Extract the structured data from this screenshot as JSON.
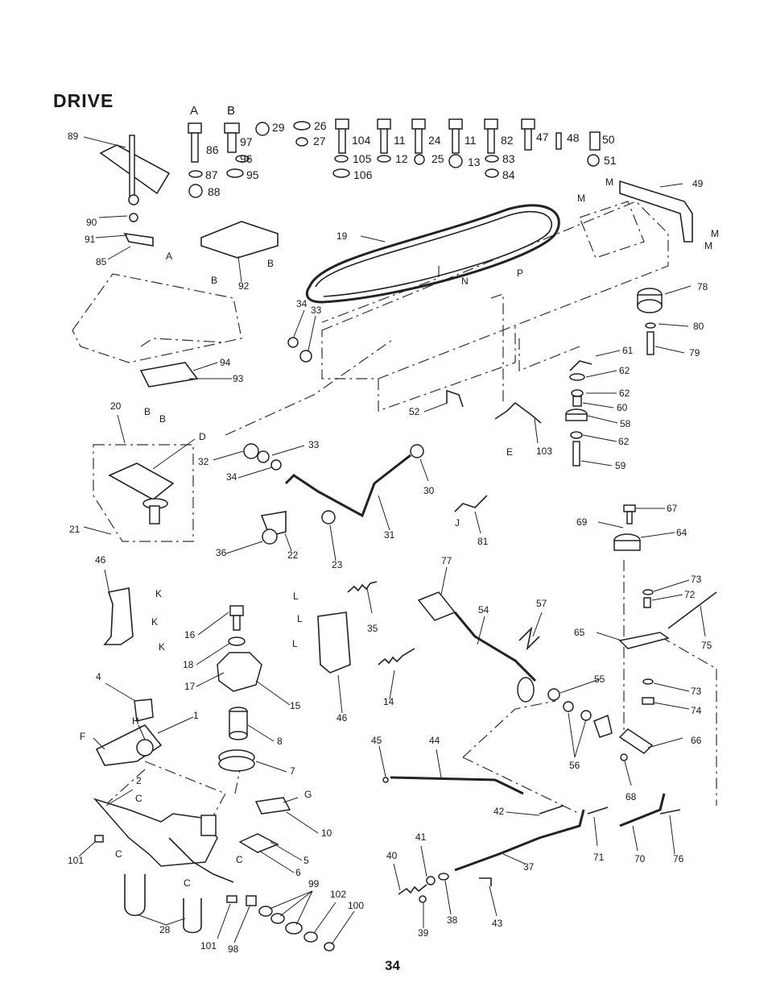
{
  "title": "DRIVE",
  "page_number": "34",
  "colors": {
    "ink": "#1a1a1a",
    "paper": "#ffffff"
  },
  "hardware_legend": [
    {
      "id": "hw-a",
      "text": "A"
    },
    {
      "id": "hw-b",
      "text": "B"
    },
    {
      "id": "hw-86",
      "text": "86"
    },
    {
      "id": "hw-97",
      "text": "97"
    },
    {
      "id": "hw-29",
      "text": "29"
    },
    {
      "id": "hw-26",
      "text": "26"
    },
    {
      "id": "hw-27",
      "text": "27"
    },
    {
      "id": "hw-104",
      "text": "104"
    },
    {
      "id": "hw-11a",
      "text": "11"
    },
    {
      "id": "hw-24",
      "text": "24"
    },
    {
      "id": "hw-11b",
      "text": "11"
    },
    {
      "id": "hw-82",
      "text": "82"
    },
    {
      "id": "hw-47",
      "text": "47"
    },
    {
      "id": "hw-48",
      "text": "48"
    },
    {
      "id": "hw-50",
      "text": "50"
    },
    {
      "id": "hw-96",
      "text": "96"
    },
    {
      "id": "hw-105",
      "text": "105"
    },
    {
      "id": "hw-12",
      "text": "12"
    },
    {
      "id": "hw-25",
      "text": "25"
    },
    {
      "id": "hw-13",
      "text": "13"
    },
    {
      "id": "hw-83",
      "text": "83"
    },
    {
      "id": "hw-51",
      "text": "51"
    },
    {
      "id": "hw-87",
      "text": "87"
    },
    {
      "id": "hw-95",
      "text": "95"
    },
    {
      "id": "hw-106",
      "text": "106"
    },
    {
      "id": "hw-84",
      "text": "84"
    },
    {
      "id": "hw-88",
      "text": "88"
    }
  ],
  "callouts": [
    {
      "id": "c89",
      "text": "89"
    },
    {
      "id": "c90",
      "text": "90"
    },
    {
      "id": "c91",
      "text": "91"
    },
    {
      "id": "c85",
      "text": "85"
    },
    {
      "id": "cA1",
      "text": "A"
    },
    {
      "id": "c92",
      "text": "92"
    },
    {
      "id": "cB1",
      "text": "B"
    },
    {
      "id": "cB2",
      "text": "B"
    },
    {
      "id": "c19",
      "text": "19"
    },
    {
      "id": "c49",
      "text": "49"
    },
    {
      "id": "cM1",
      "text": "M"
    },
    {
      "id": "cM2",
      "text": "M"
    },
    {
      "id": "cM3",
      "text": "M"
    },
    {
      "id": "cM4",
      "text": "M"
    },
    {
      "id": "cN",
      "text": "N"
    },
    {
      "id": "cP",
      "text": "P"
    },
    {
      "id": "c78",
      "text": "78"
    },
    {
      "id": "c34a",
      "text": "34"
    },
    {
      "id": "c33a",
      "text": "33"
    },
    {
      "id": "c80",
      "text": "80"
    },
    {
      "id": "c79",
      "text": "79"
    },
    {
      "id": "c94",
      "text": "94"
    },
    {
      "id": "c93",
      "text": "93"
    },
    {
      "id": "cB3",
      "text": "B"
    },
    {
      "id": "cB4",
      "text": "B"
    },
    {
      "id": "c61",
      "text": "61"
    },
    {
      "id": "c62a",
      "text": "62"
    },
    {
      "id": "c62b",
      "text": "62"
    },
    {
      "id": "c60",
      "text": "60"
    },
    {
      "id": "c58",
      "text": "58"
    },
    {
      "id": "c62c",
      "text": "62"
    },
    {
      "id": "c59",
      "text": "59"
    },
    {
      "id": "c20",
      "text": "20"
    },
    {
      "id": "cD",
      "text": "D"
    },
    {
      "id": "c52",
      "text": "52"
    },
    {
      "id": "cE",
      "text": "E"
    },
    {
      "id": "c103",
      "text": "103"
    },
    {
      "id": "c32",
      "text": "32"
    },
    {
      "id": "c33b",
      "text": "33"
    },
    {
      "id": "c34b",
      "text": "34"
    },
    {
      "id": "c30",
      "text": "30"
    },
    {
      "id": "c31",
      "text": "31"
    },
    {
      "id": "cJ",
      "text": "J"
    },
    {
      "id": "c81",
      "text": "81"
    },
    {
      "id": "c21",
      "text": "21"
    },
    {
      "id": "c36",
      "text": "36"
    },
    {
      "id": "c22",
      "text": "22"
    },
    {
      "id": "c23",
      "text": "23"
    },
    {
      "id": "c67",
      "text": "67"
    },
    {
      "id": "c69",
      "text": "69"
    },
    {
      "id": "c64",
      "text": "64"
    },
    {
      "id": "c46a",
      "text": "46"
    },
    {
      "id": "cK1",
      "text": "K"
    },
    {
      "id": "cK2",
      "text": "K"
    },
    {
      "id": "cK3",
      "text": "K"
    },
    {
      "id": "cL1",
      "text": "L"
    },
    {
      "id": "cL2",
      "text": "L"
    },
    {
      "id": "cL3",
      "text": "L"
    },
    {
      "id": "c35",
      "text": "35"
    },
    {
      "id": "c77",
      "text": "77"
    },
    {
      "id": "c54",
      "text": "54"
    },
    {
      "id": "c57",
      "text": "57"
    },
    {
      "id": "c73a",
      "text": "73"
    },
    {
      "id": "c72",
      "text": "72"
    },
    {
      "id": "c65",
      "text": "65"
    },
    {
      "id": "c75",
      "text": "75"
    },
    {
      "id": "c16",
      "text": "16"
    },
    {
      "id": "c18",
      "text": "18"
    },
    {
      "id": "c17",
      "text": "17"
    },
    {
      "id": "c15",
      "text": "15"
    },
    {
      "id": "c14",
      "text": "14"
    },
    {
      "id": "c46b",
      "text": "46"
    },
    {
      "id": "c55",
      "text": "55"
    },
    {
      "id": "c73b",
      "text": "73"
    },
    {
      "id": "c74",
      "text": "74"
    },
    {
      "id": "c4",
      "text": "4"
    },
    {
      "id": "cH",
      "text": "H"
    },
    {
      "id": "c1",
      "text": "1"
    },
    {
      "id": "cF",
      "text": "F"
    },
    {
      "id": "c8",
      "text": "8"
    },
    {
      "id": "c45",
      "text": "45"
    },
    {
      "id": "c44",
      "text": "44"
    },
    {
      "id": "c56",
      "text": "56"
    },
    {
      "id": "c66",
      "text": "66"
    },
    {
      "id": "c7",
      "text": "7"
    },
    {
      "id": "c2",
      "text": "2"
    },
    {
      "id": "cC1",
      "text": "C"
    },
    {
      "id": "cG",
      "text": "G"
    },
    {
      "id": "c10",
      "text": "10"
    },
    {
      "id": "c68",
      "text": "68"
    },
    {
      "id": "c42",
      "text": "42"
    },
    {
      "id": "c71",
      "text": "71"
    },
    {
      "id": "c70",
      "text": "70"
    },
    {
      "id": "c76",
      "text": "76"
    },
    {
      "id": "c101a",
      "text": "101"
    },
    {
      "id": "c5",
      "text": "5"
    },
    {
      "id": "c6",
      "text": "6"
    },
    {
      "id": "cC2",
      "text": "C"
    },
    {
      "id": "cC3",
      "text": "C"
    },
    {
      "id": "c41",
      "text": "41"
    },
    {
      "id": "c40",
      "text": "40"
    },
    {
      "id": "c37",
      "text": "37"
    },
    {
      "id": "cC4",
      "text": "C"
    },
    {
      "id": "c99",
      "text": "99"
    },
    {
      "id": "c102",
      "text": "102"
    },
    {
      "id": "c100",
      "text": "100"
    },
    {
      "id": "c28",
      "text": "28"
    },
    {
      "id": "c39",
      "text": "39"
    },
    {
      "id": "c38",
      "text": "38"
    },
    {
      "id": "c43",
      "text": "43"
    },
    {
      "id": "c101b",
      "text": "101"
    },
    {
      "id": "c98",
      "text": "98"
    }
  ]
}
